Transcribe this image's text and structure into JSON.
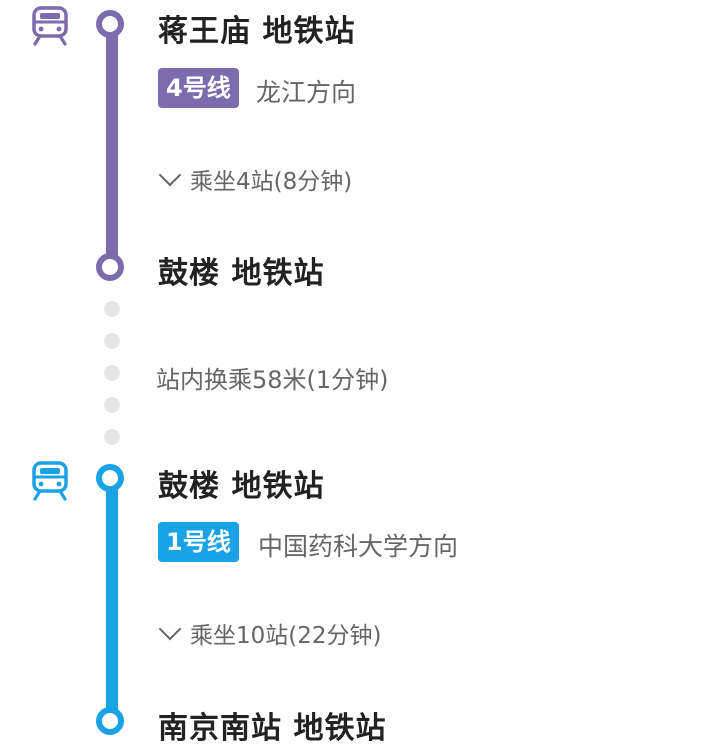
{
  "colors": {
    "line4": "#7c6bad",
    "line1": "#1aa2e6",
    "transfer_dot": "#e6e6e8",
    "text_primary": "#222222",
    "text_secondary": "#666666"
  },
  "segments": [
    {
      "icon": "metro-train-icon",
      "start_station": "蒋王庙 地铁站",
      "line_label": "4号线",
      "direction": "龙江方向",
      "ride_info": "乘坐4站(8分钟)",
      "end_station": "鼓楼 地铁站"
    },
    {
      "icon": "metro-train-icon",
      "start_station": "鼓楼 地铁站",
      "line_label": "1号线",
      "direction": "中国药科大学方向",
      "ride_info": "乘坐10站(22分钟)",
      "end_station": "南京南站 地铁站"
    }
  ],
  "transfer": {
    "text": "站内换乘58米(1分钟)"
  }
}
